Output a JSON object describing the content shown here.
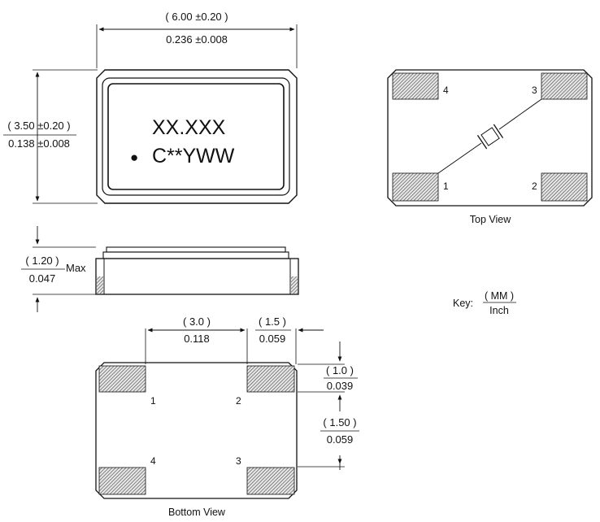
{
  "colors": {
    "ink": "#111111",
    "pad_fill": "#8a8a8a",
    "background": "#ffffff"
  },
  "top_outline": {
    "width_dim": {
      "mm": "( 6.00 ±0.20 )",
      "inch": "0.236 ±0.008"
    },
    "height_dim": {
      "mm": "( 3.50 ±0.20 )",
      "inch": "0.138 ±0.008"
    },
    "marking_line1": "XX.XXX",
    "marking_line2": "C**YWW",
    "pin1_dot": "●"
  },
  "side_view": {
    "thickness_dim": {
      "mm": "( 1.20 )",
      "inch": "0.047",
      "suffix": "Max"
    }
  },
  "top_view": {
    "pins": [
      "4",
      "3",
      "1",
      "2"
    ],
    "caption": "Top View",
    "crystal_symbol": "crystal-icon"
  },
  "key": {
    "label": "Key:",
    "mm": "( MM )",
    "inch": "Inch"
  },
  "bottom_view": {
    "pitch_dim": {
      "mm": "( 3.0 )",
      "inch": "0.118"
    },
    "pad_width_dim": {
      "mm": "( 1.5 )",
      "inch": "0.059"
    },
    "pad_height_dim": {
      "mm": "( 1.0 )",
      "inch": "0.039"
    },
    "pad_gap_dim": {
      "mm": "( 1.50 )",
      "inch": "0.059"
    },
    "pins": [
      "1",
      "2",
      "4",
      "3"
    ],
    "caption": "Bottom View"
  }
}
